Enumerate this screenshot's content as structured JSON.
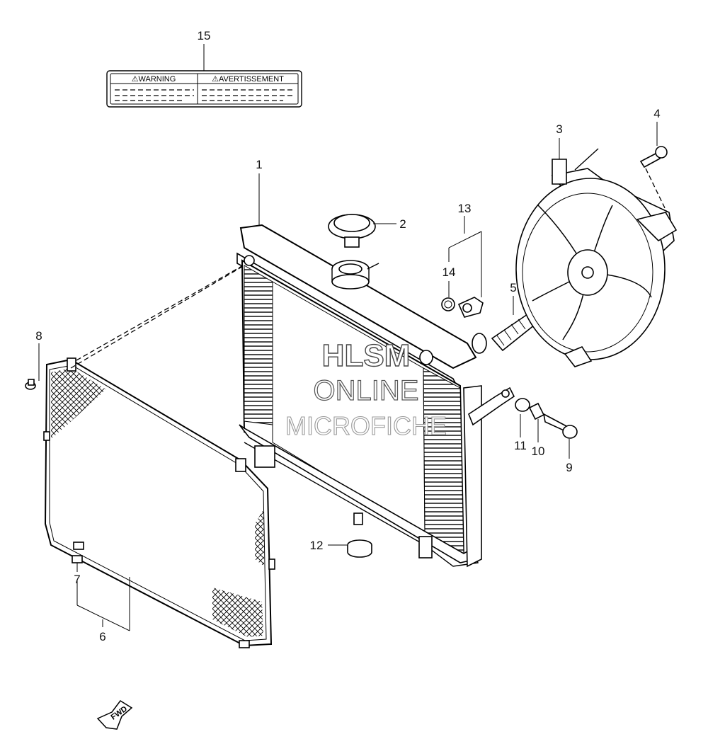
{
  "warning_label": {
    "left_text": "⚠WARNING",
    "right_text": "⚠AVERTISSEMENT"
  },
  "watermark": {
    "line1": "HLSM",
    "line2": "ONLINE",
    "line3": "MICROFICHE"
  },
  "fwd_label": "FWD",
  "callouts": {
    "c1": "1",
    "c2": "2",
    "c3": "3",
    "c4": "4",
    "c5": "5",
    "c6": "6",
    "c7": "7",
    "c8": "8",
    "c9": "9",
    "c10": "10",
    "c11": "11",
    "c12": "12",
    "c13": "13",
    "c14": "14",
    "c15": "15"
  }
}
